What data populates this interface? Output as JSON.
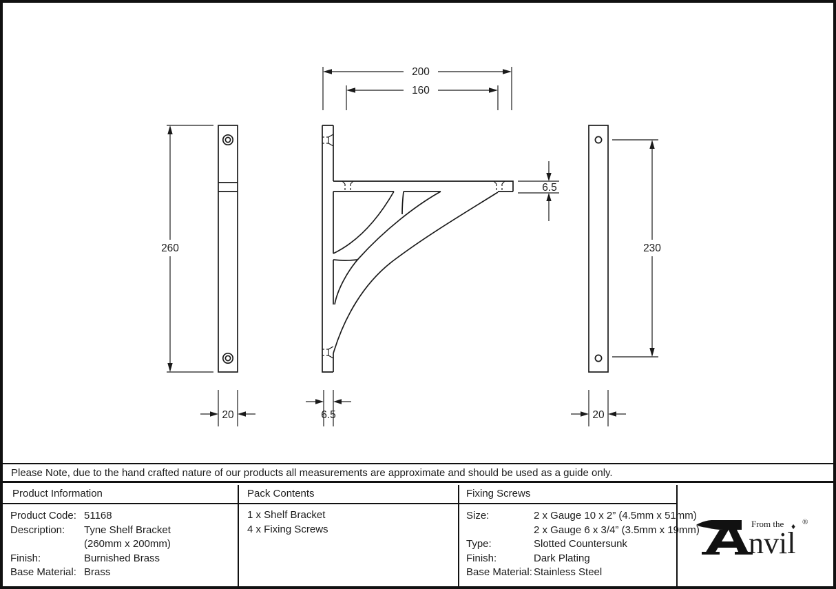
{
  "drawing": {
    "dims": {
      "top_outer": "200",
      "top_inner": "160",
      "arm_thickness": "6.5",
      "left_plate_height": "260",
      "right_plate_height": "230",
      "left_plate_width": "20",
      "material_thickness": "6.5",
      "right_plate_width": "20"
    }
  },
  "note": "Please Note, due to the hand crafted nature of our products all measurements are approximate and should be used as a guide only.",
  "product_information": {
    "header": "Product Information",
    "rows": [
      {
        "label": "Product Code:",
        "value": "51168"
      },
      {
        "label": "Description:",
        "value": "Tyne Shelf Bracket"
      },
      {
        "label": "",
        "value": "(260mm x 200mm)"
      },
      {
        "label": "Finish:",
        "value": "Burnished Brass"
      },
      {
        "label": "Base Material:",
        "value": "Brass"
      }
    ]
  },
  "pack_contents": {
    "header": "Pack Contents",
    "items": [
      "1 x Shelf Bracket",
      "4 x Fixing Screws"
    ]
  },
  "fixing_screws": {
    "header": "Fixing Screws",
    "rows": [
      {
        "label": "Size:",
        "value": "2 x Gauge 10 x 2” (4.5mm x 51mm)"
      },
      {
        "label": "",
        "value": "2 x Gauge 6 x 3/4” (3.5mm x 19mm)"
      },
      {
        "label": "Type:",
        "value": "Slotted Countersunk"
      },
      {
        "label": "Finish:",
        "value": "Dark Plating"
      },
      {
        "label": "Base Material:",
        "value": "Stainless Steel"
      }
    ]
  },
  "logo": {
    "prefix": "From the",
    "diamond": "♦",
    "name_rest": "nvil",
    "registered": "®"
  },
  "colors": {
    "line": "#1a1a1a",
    "background": "#ffffff"
  }
}
